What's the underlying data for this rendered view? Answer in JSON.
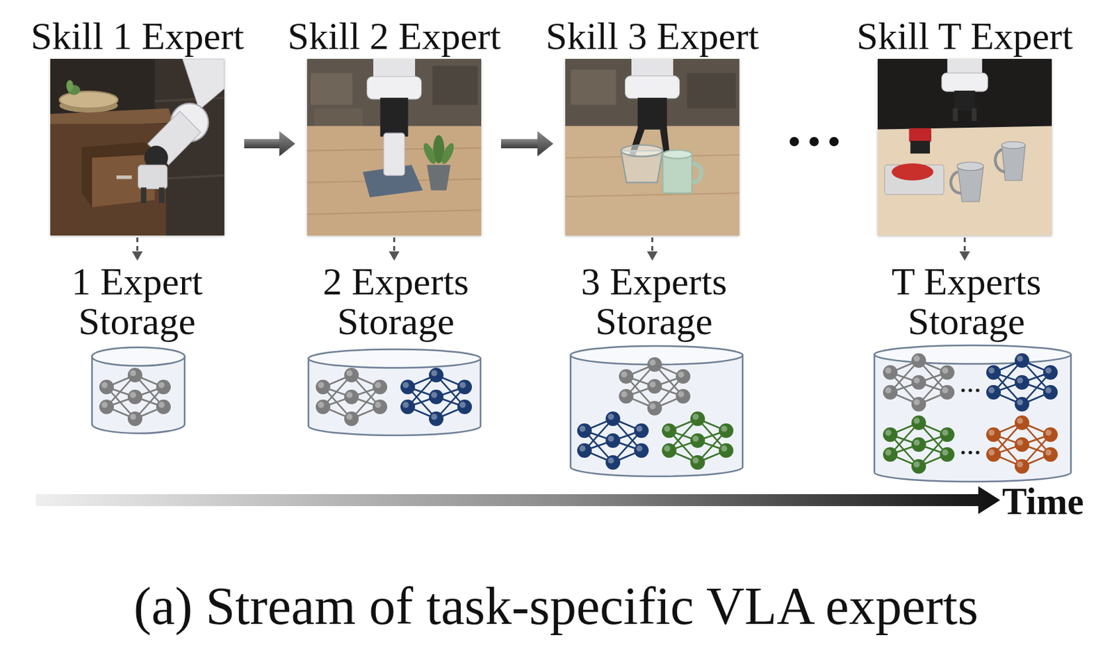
{
  "diagram": {
    "caption": "(a) Stream of task-specific VLA experts",
    "nodes": [
      {
        "text": [
          "Skill 1 Expert"
        ]
      },
      {
        "text": [
          "Skill 2 Expert"
        ]
      },
      {
        "text": [
          "Skill 3 Expert"
        ]
      },
      {
        "text": [
          "Skill T Expert"
        ]
      },
      {
        "text": [
          "1 Expert Storage"
        ]
      },
      {
        "text": [
          "2 Experts Storage"
        ]
      },
      {
        "text": [
          "3 Experts Storage"
        ]
      },
      {
        "text": [
          "T Experts Storage"
        ]
      }
    ],
    "edges": [
      {
        "from": 0,
        "to": 1,
        "arrow": "to"
      },
      {
        "from": 1,
        "to": 2,
        "arrow": "to"
      },
      {
        "from": 0,
        "to": 4,
        "arrow": "to"
      },
      {
        "from": 1,
        "to": 5,
        "arrow": "to"
      },
      {
        "from": 2,
        "to": 6,
        "arrow": "to"
      },
      {
        "from": 3,
        "to": 7,
        "arrow": "to"
      }
    ],
    "labels": [
      "Time"
    ]
  }
}
